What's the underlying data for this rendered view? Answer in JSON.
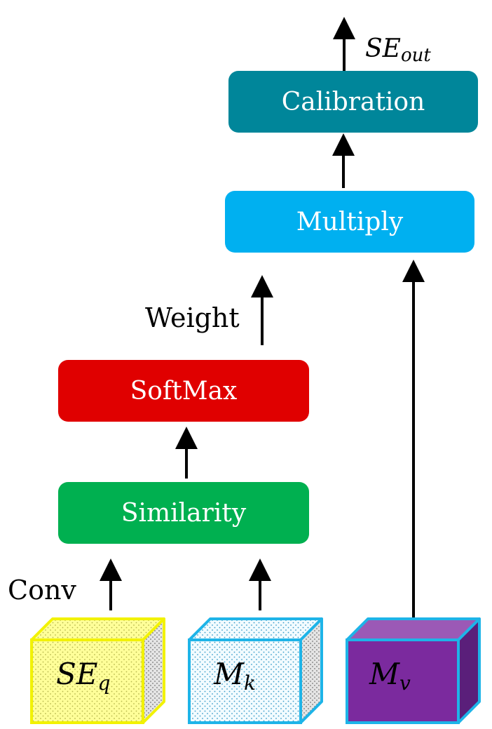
{
  "nodes": {
    "calibration": {
      "label": "Calibration",
      "color": "#00869A"
    },
    "multiply": {
      "label": "Multiply",
      "color": "#00B0F0"
    },
    "softmax": {
      "label": "SoftMax",
      "color": "#E00000"
    },
    "similarity": {
      "label": "Similarity",
      "color": "#00B050"
    }
  },
  "edge_labels": {
    "weight": "Weight",
    "conv": "Conv",
    "output_main": "SE",
    "output_sub": "out"
  },
  "inputs": {
    "se_q": {
      "main": "SE",
      "sub": "q",
      "fill": "#FFFF99",
      "border": "#F2F200"
    },
    "m_k": {
      "main": "M",
      "sub": "k",
      "fill": "#E8F8FF",
      "border": "#1EB4E8"
    },
    "m_v": {
      "main": "M",
      "sub": "v",
      "fill": "#7B2A9E",
      "border": "#1EB4E8"
    }
  }
}
